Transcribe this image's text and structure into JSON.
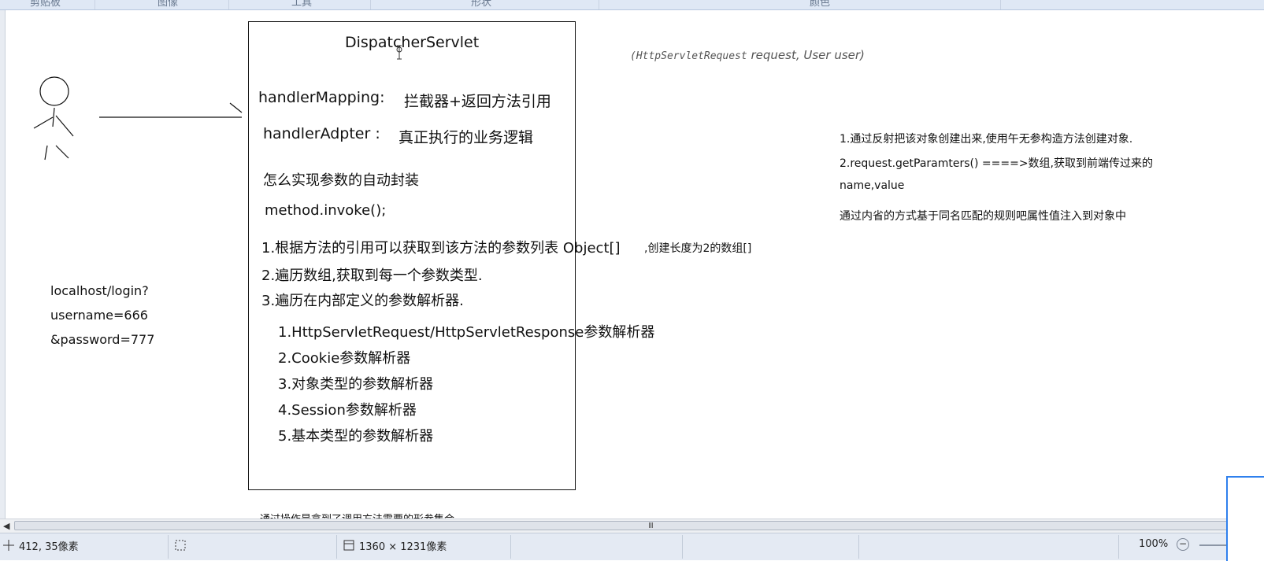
{
  "ribbon": {
    "items": [
      "剪贴板",
      "图像",
      "工具",
      "形状",
      "颜色"
    ]
  },
  "canvas": {
    "servlet_title": "DispatcherServlet",
    "handler_mapping_label": "handlerMapping:",
    "handler_mapping_desc": "拦截器+返回方法引用",
    "handler_adapter_label": "handlerAdpter :",
    "handler_adapter_desc": "真正执行的业务逻辑",
    "question": "怎么实现参数的自动封装",
    "invoke": "method.invoke();",
    "steps": [
      "1.根据方法的引用可以获取到该方法的参数列表 Object[]",
      ",创建长度为2的数组[]",
      "2.遍历数组,获取到每一个参数类型.",
      "3.遍历在内部定义的参数解析器."
    ],
    "resolvers": [
      "1.HttpServletRequest/HttpServletResponse参数解析器",
      "2.Cookie参数解析器",
      "3.对象类型的参数解析器",
      "4.Session参数解析器",
      "5.基本类型的参数解析器"
    ],
    "bottom_cut_text": "通过操作是拿到了调用方法需要的形参集合",
    "signature_mono": "(HttpServletRequest",
    "signature_rest": "request, User user)",
    "request_lines": [
      "localhost/login?",
      "username=666",
      "&password=777"
    ],
    "notes": [
      "1.通过反射把该对象创建出来,使用午无参构造方法创建对象.",
      "2.request.getParamters()   ====>数组,获取到前端传过来的",
      "name,value",
      "通过内省的方式基于同名匹配的规则吧属性值注入到对象中"
    ]
  },
  "scrollbar": {
    "grip": "III"
  },
  "statusbar": {
    "cursor_pos": "412, 35像素",
    "selection_size": "",
    "image_size": "1360 × 1231像素",
    "zoom": "100%"
  }
}
